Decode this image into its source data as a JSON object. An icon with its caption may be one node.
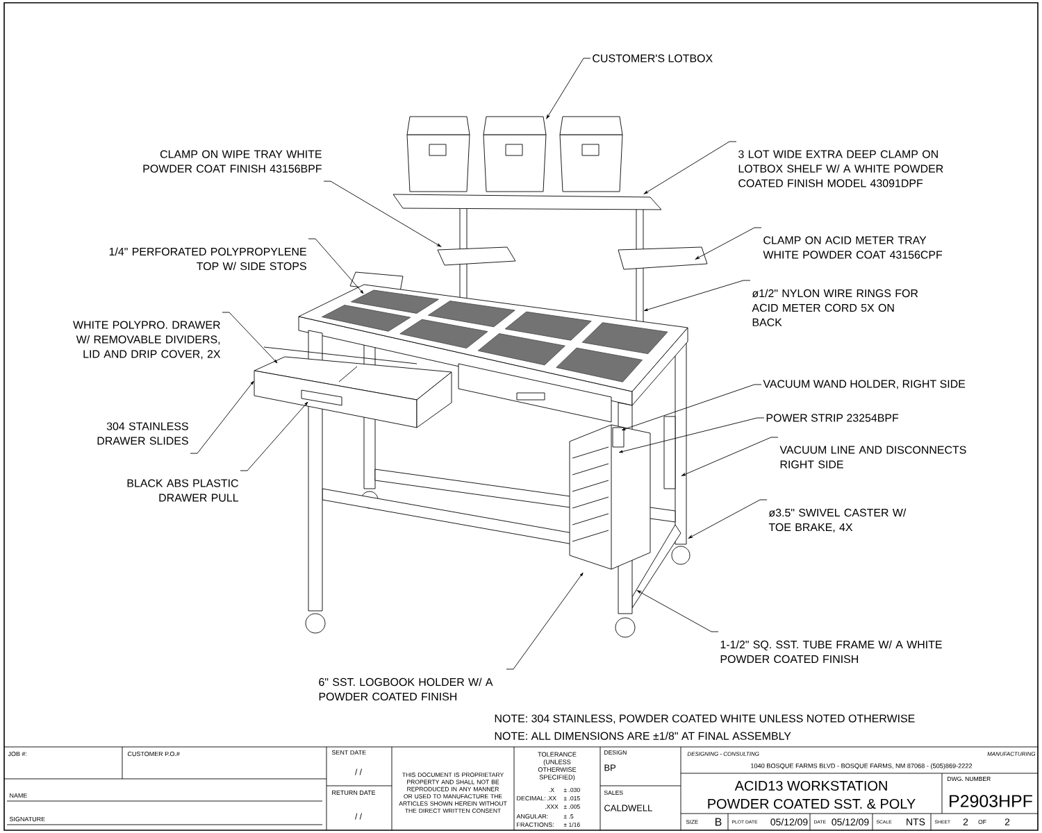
{
  "diagram": {
    "nodes": [
      {
        "text": [
          "CUSTOMER'S LOTBOX"
        ]
      },
      {
        "text": [
          "CLAMP ON WIPE TRAY WHITE POWDER COAT FINISH 43156BPF"
        ]
      },
      {
        "text": [
          "3 LOT WIDE EXTRA DEEP CLAMP ON LOTBOX SHELF W/ A WHITE POWDER COATED FINISH MODEL 43091DPF"
        ]
      },
      {
        "text": [
          "1/4\" PERFORATED POLYPROPYLENE TOP W/ SIDE STOPS"
        ]
      },
      {
        "text": [
          "CLAMP ON ACID METER TRAY WHITE POWDER COAT 43156CPF"
        ]
      },
      {
        "text": [
          "ø1/2\" NYLON WIRE RINGS FOR ACID METER CORD 5X ON BACK"
        ]
      },
      {
        "text": [
          "WHITE POLYPRO. DRAWER W/ REMOVABLE DIVIDERS, LID AND DRIP COVER, 2X"
        ]
      },
      {
        "text": [
          "VACUUM WAND HOLDER, RIGHT SIDE"
        ]
      },
      {
        "text": [
          "304 STAINLESS DRAWER SLIDES"
        ]
      },
      {
        "text": [
          "POWER STRIP 23254BPF"
        ]
      },
      {
        "text": [
          "BLACK ABS PLASTIC DRAWER PULL"
        ]
      },
      {
        "text": [
          "VACUUM LINE AND DISCONNECTS RIGHT SIDE"
        ]
      },
      {
        "text": [
          "ø3.5\" SWIVEL CASTER W/ TOE BRAKE, 4X"
        ]
      },
      {
        "text": [
          "1-1/2\" SQ. SST. TUBE FRAME W/ A WHITE POWDER COATED FINISH"
        ]
      },
      {
        "text": [
          "6\" SST. LOGBOOK HOLDER W/ A POWDER COATED FINISH"
        ]
      }
    ],
    "edges": [
      {
        "from": 0,
        "to": null,
        "arrow": "to"
      },
      {
        "from": 1,
        "to": null,
        "arrow": "to"
      },
      {
        "from": 2,
        "to": null,
        "arrow": "to"
      },
      {
        "from": 3,
        "to": null,
        "arrow": "to"
      },
      {
        "from": 4,
        "to": null,
        "arrow": "to"
      },
      {
        "from": 5,
        "to": null,
        "arrow": "to"
      },
      {
        "from": 6,
        "to": null,
        "arrow": "to"
      },
      {
        "from": 7,
        "to": null,
        "arrow": "to"
      },
      {
        "from": 8,
        "to": null,
        "arrow": "to"
      },
      {
        "from": 9,
        "to": null,
        "arrow": "to"
      },
      {
        "from": 10,
        "to": null,
        "arrow": "to"
      },
      {
        "from": 11,
        "to": null,
        "arrow": "to"
      },
      {
        "from": 12,
        "to": null,
        "arrow": "to"
      },
      {
        "from": 13,
        "to": null,
        "arrow": "to"
      },
      {
        "from": 14,
        "to": null,
        "arrow": "to"
      }
    ],
    "labels": [
      "NOTE: 304 STAINLESS, POWDER COATED WHITE UNLESS NOTED OTHERWISE",
      "NOTE: ALL DIMENSIONS ARE ±1/8\" AT FINAL ASSEMBLY",
      "JOB #:",
      "CUSTOMER P.O.#",
      "NAME",
      "SIGNATURE",
      "SENT DATE",
      "/ /",
      "RETURN DATE",
      "/ /",
      "THIS DOCUMENT IS PROPRIETARY PROPERTY AND SHALL NOT BE REPRODUCED IN ANY MANNER OR USED TO MANUFACTURE THE ARTICLES SHOWN HEREIN WITHOUT THE DIRECT WRITTEN CONSENT",
      "TOLERANCE (UNLESS OTHERWISE SPECIFIED)",
      "DECIMAL:",
      ".X",
      "± .030",
      ".XX",
      "± .015",
      ".XXX",
      "± .005",
      "ANGULAR:",
      "± .5",
      "FRACTIONS:",
      "± 1/16",
      "DESIGN",
      "BP",
      "SALES",
      "CALDWELL",
      "DESIGNING - CONSULTING",
      "MANUFACTURING",
      "1040 BOSQUE FARMS BLVD - BOSQUE FARMS, NM 87068 - (505)869-2222",
      "ACID13 WORKSTATION",
      "POWDER COATED SST. & POLY",
      "DWG. NUMBER",
      "P2903HPF",
      "SIZE",
      "B",
      "PLOT DATE",
      "05/12/09",
      "DATE",
      "05/12/09",
      "SCALE",
      "NTS",
      "SHEET",
      "2",
      "OF",
      "2"
    ]
  }
}
